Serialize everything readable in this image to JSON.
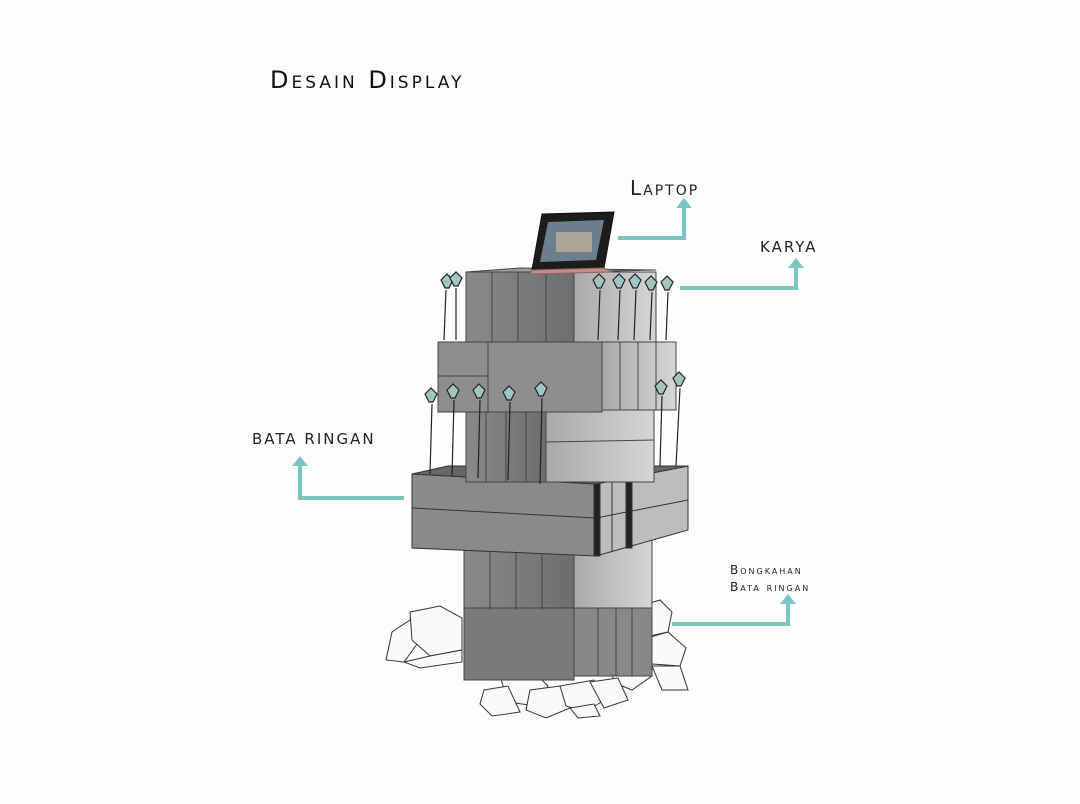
{
  "title": "Desain Display",
  "labels": {
    "laptop": "Laptop",
    "karya": "KARYA",
    "bata_ringan": "BATA RINGAN",
    "bongkahan_line1": "Bongkahan",
    "bongkahan_line2": "Bata ringan"
  },
  "colors": {
    "arrow": "#7cc4c4",
    "block_dark": "#7d7d7d",
    "block_mid": "#9a9a9a",
    "block_light": "#c9c9c9",
    "background": "#fdfdfd"
  }
}
